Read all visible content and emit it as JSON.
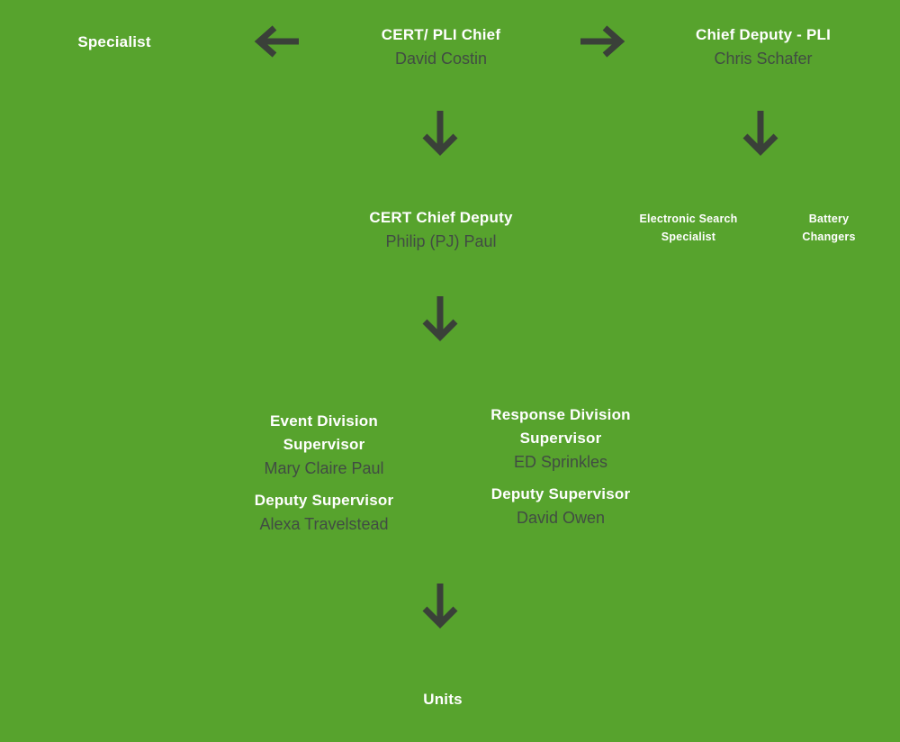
{
  "colors": {
    "background": "#57a32d",
    "title_text": "#ffffff",
    "name_text": "#414c43",
    "arrow": "#3a4039"
  },
  "chart": {
    "specialist": {
      "label": "Specialist"
    },
    "cert_pli_chief": {
      "title": "CERT/ PLI Chief",
      "name": "David Costin"
    },
    "chief_deputy_pli": {
      "title": "Chief Deputy - PLI",
      "name": "Chris Schafer"
    },
    "cert_chief_deputy": {
      "title": "CERT Chief Deputy",
      "name": "Philip (PJ) Paul"
    },
    "electronic_search_specialist": {
      "line1": "Electronic Search",
      "line2": "Specialist"
    },
    "battery_changers": {
      "line1": "Battery",
      "line2": "Changers"
    },
    "event_division": {
      "title_line1": "Event Division",
      "title_line2": "Supervisor",
      "name": "Mary Claire Paul",
      "deputy_title": "Deputy Supervisor",
      "deputy_name": "Alexa Travelstead"
    },
    "response_division": {
      "title_line1": "Response Division",
      "title_line2": "Supervisor",
      "name": "ED Sprinkles",
      "deputy_title": "Deputy Supervisor",
      "deputy_name": "David Owen"
    },
    "units": {
      "label": "Units"
    }
  }
}
